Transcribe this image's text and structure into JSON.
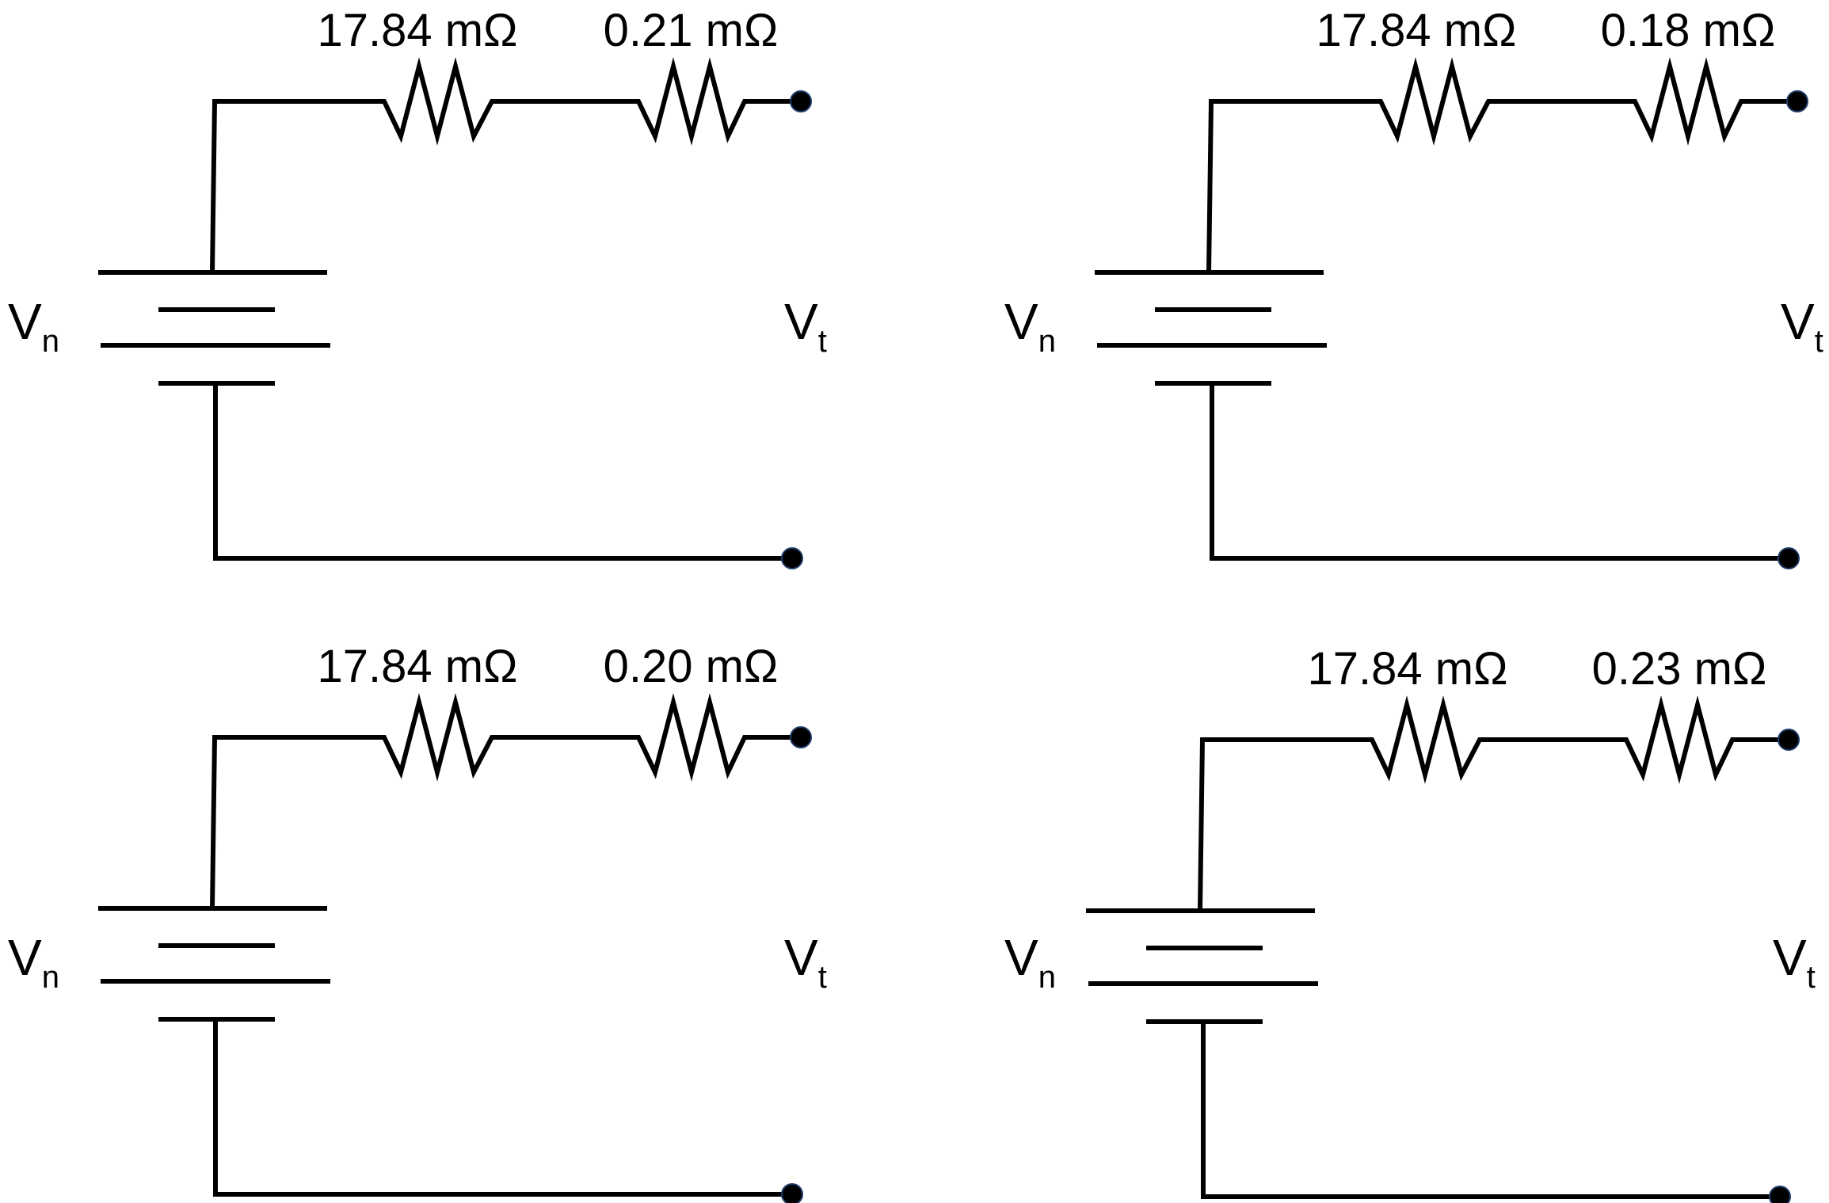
{
  "circuits": [
    {
      "resistor_1_label": "17.84 mΩ",
      "resistor_2_label": "0.21 mΩ",
      "source_symbol": "V",
      "source_subscript": "n",
      "terminal_symbol": "V",
      "terminal_subscript": "t"
    },
    {
      "resistor_1_label": "17.84 mΩ",
      "resistor_2_label": "0.18 mΩ",
      "source_symbol": "V",
      "source_subscript": "n",
      "terminal_symbol": "V",
      "terminal_subscript": "t"
    },
    {
      "resistor_1_label": "17.84 mΩ",
      "resistor_2_label": "0.20 mΩ",
      "source_symbol": "V",
      "source_subscript": "n",
      "terminal_symbol": "V",
      "terminal_subscript": "t"
    },
    {
      "resistor_1_label": "17.84 mΩ",
      "resistor_2_label": "0.23 mΩ",
      "source_symbol": "V",
      "source_subscript": "n",
      "terminal_symbol": "V",
      "terminal_subscript": "t"
    }
  ],
  "colors": {
    "wire": "#000000",
    "terminal_fill": "#000000",
    "terminal_outline": "#1f3a68"
  }
}
